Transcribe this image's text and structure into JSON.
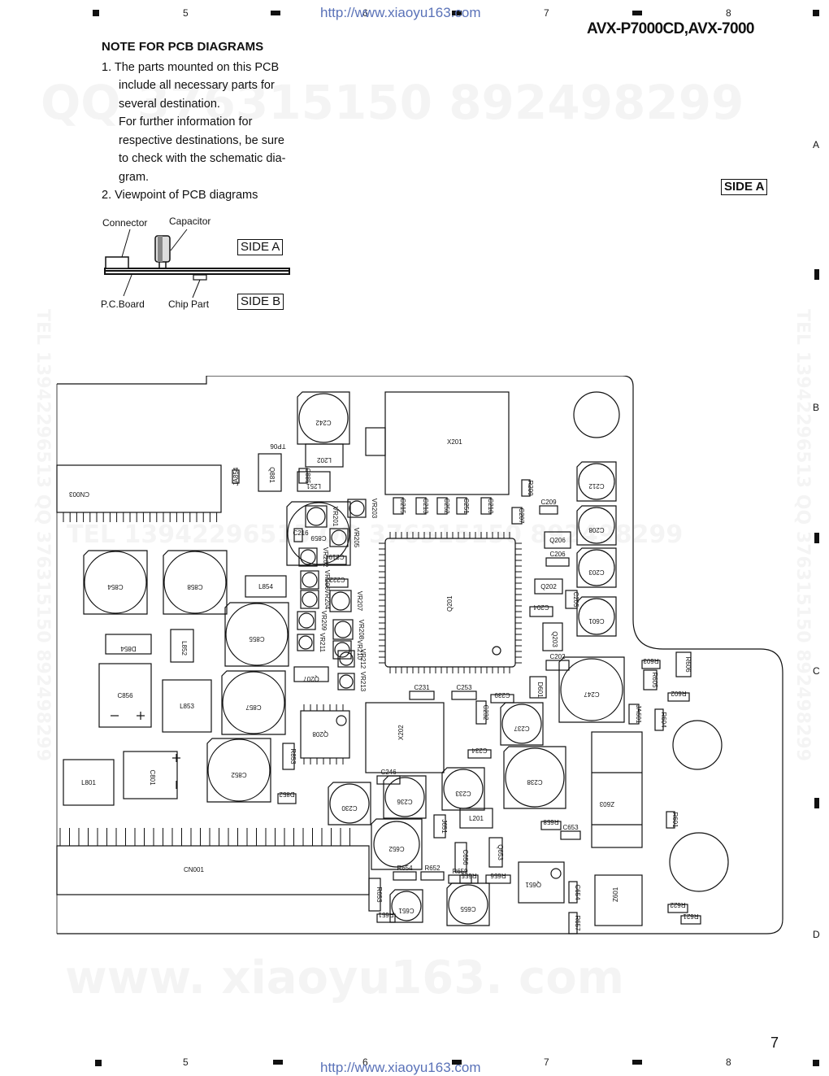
{
  "header": {
    "column_numbers": [
      "5",
      "6",
      "7",
      "8"
    ],
    "url": "http://www.xiaoyu163.com",
    "model": "AVX-P7000CD,AVX-7000"
  },
  "row_letters": [
    "A",
    "B",
    "C",
    "D"
  ],
  "note": {
    "title": "NOTE FOR PCB DIAGRAMS",
    "lines": [
      "1. The parts mounted on this PCB",
      "include all necessary parts for",
      "several destination.",
      "For further information for",
      "respective destinations, be sure",
      "to check with the schematic dia-",
      "gram.",
      "2. Viewpoint of PCB diagrams"
    ]
  },
  "viewpoint": {
    "connector": "Connector",
    "capacitor": "Capacitor",
    "pc_board": "P.C.Board",
    "chip_part": "Chip Part",
    "side_a": "SIDE A",
    "side_b": "SIDE B"
  },
  "board_side_label": "SIDE A",
  "watermarks": {
    "qq_line": "QQ 376315150   892498299",
    "tel_line": "TEL 13942296513   QQ 376315150   892498299",
    "vertical": "TEL 13942296513  QQ 376315150  892498299",
    "www": "www. xiaoyu163. com"
  },
  "pcb_labels": {
    "connectors": [
      "CN003",
      "CN001"
    ],
    "large_caps": [
      "C242",
      "C859",
      "C854",
      "C858",
      "C855",
      "C857",
      "C852",
      "C247",
      "C237",
      "C238",
      "C236",
      "C233",
      "C230",
      "C652",
      "C651",
      "C655",
      "C212",
      "C208",
      "C203",
      "C601"
    ],
    "parts": [
      "X201",
      "X202",
      "Q201",
      "Q208",
      "Q881",
      "Q207",
      "Q206",
      "Q202",
      "Q203",
      "Q651",
      "Q653",
      "L202",
      "L251",
      "L854",
      "L852",
      "L853",
      "L801",
      "L201",
      "D854",
      "D852",
      "C856",
      "C801",
      "Z603",
      "Z601",
      "TP06",
      "JA854",
      "C885",
      "C216",
      "C219",
      "C222",
      "C215",
      "C213",
      "C252",
      "C251",
      "C210",
      "C207",
      "C209",
      "C206",
      "C205",
      "C204",
      "C202",
      "C231",
      "C253",
      "C239",
      "C232",
      "C234",
      "C246",
      "C654",
      "C653",
      "C656",
      "R653",
      "R658",
      "R654",
      "R652",
      "R659",
      "R655",
      "R656",
      "R657",
      "R651",
      "R853",
      "R603",
      "R605",
      "R606",
      "R602",
      "R604",
      "R601",
      "R622",
      "R621",
      "R209",
      "J651",
      "JA601",
      "VR203",
      "VR205",
      "VR201",
      "VR202",
      "VR204",
      "VR206",
      "VR207",
      "VR208",
      "VR209",
      "VR210",
      "VR211",
      "VR212",
      "VR213",
      "VR201",
      "D601"
    ]
  },
  "page_number": "7"
}
